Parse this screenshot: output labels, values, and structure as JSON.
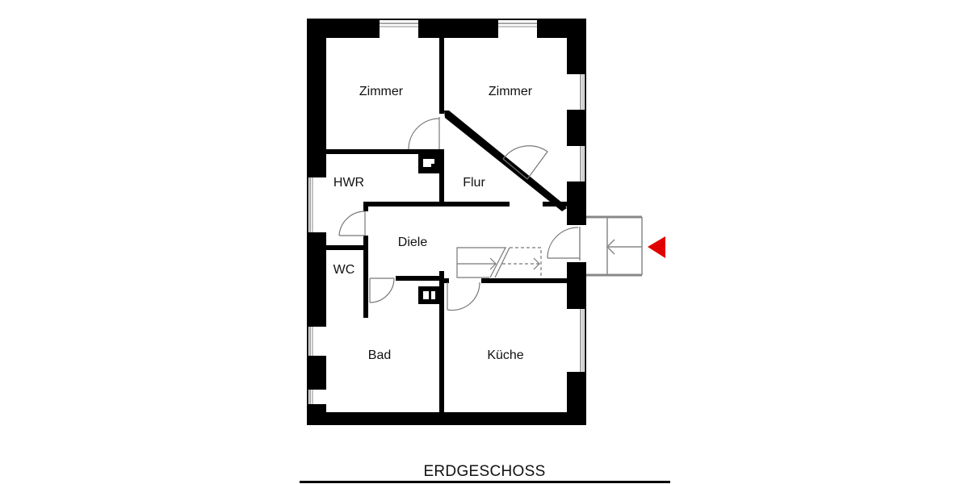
{
  "floor_plan": {
    "title": "ERDGESCHOSS",
    "colors": {
      "wall": "#000000",
      "background": "#ffffff",
      "window_line": "#888888",
      "door_line": "#777777",
      "entrance_marker": "#e00000"
    },
    "rooms": [
      {
        "name": "Zimmer",
        "id": "zimmer-west"
      },
      {
        "name": "Zimmer",
        "id": "zimmer-east"
      },
      {
        "name": "HWR",
        "id": "hwr"
      },
      {
        "name": "Flur",
        "id": "flur"
      },
      {
        "name": "Diele",
        "id": "diele"
      },
      {
        "name": "WC",
        "id": "wc"
      },
      {
        "name": "Bad",
        "id": "bad"
      },
      {
        "name": "Küche",
        "id": "kueche"
      }
    ],
    "entrance": {
      "symbol": "red-triangle",
      "direction": "left"
    }
  }
}
